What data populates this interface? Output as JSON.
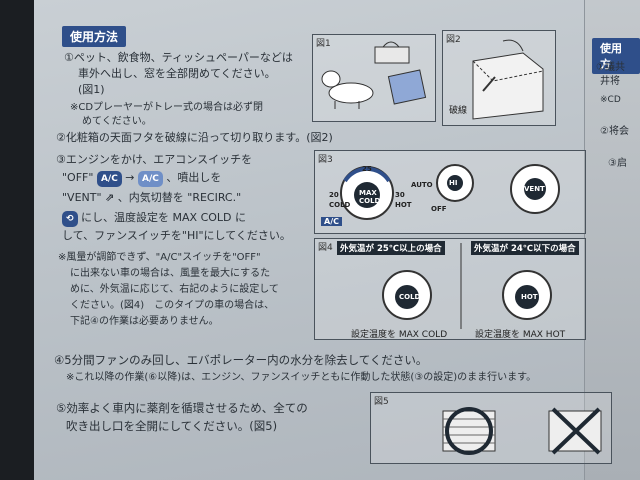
{
  "header": {
    "title": "使用方法",
    "right_title": "使用方"
  },
  "steps": {
    "s1a": "①ペット、飲食物、ティッシュペーパーなどは",
    "s1b": "車外へ出し、窓を全部閉めてください。",
    "s1c": "(図1)",
    "s1n1": "※CDプレーヤーがトレー式の場合は必ず閉",
    "s1n2": "めてください。",
    "s2": "②化粧箱の天面フタを破線に沿って切り取ります。(図2)",
    "s3a": "③エンジンをかけ、エアコンスイッチを",
    "s3b_pre": "\"OFF\"",
    "s3b_ac1": "A/C",
    "s3b_ac2": "A/C",
    "s3b_post": "、噴出しを",
    "s3c": "\"VENT\"",
    "s3c_post": "、内気切替を \"RECIRC.\"",
    "s3d": "にし、温度設定を MAX COLD に",
    "s3e": "して、ファンスイッチを\"HI\"にしてください。",
    "n1": "※風量が調節できず、\"A/C\"スイッチを\"OFF\"",
    "n2": "に出来ない車の場合は、風量を最大にするた",
    "n3": "めに、外気温に応じて、右記のように設定して",
    "n4": "ください。(図4)　このタイプの車の場合は、",
    "n5": "下記④の作業は必要ありません。",
    "s4": "④5分間ファンのみ回し、エバポレーター内の水分を除去してください。",
    "s4n": "※これ以降の作業(⑥以降)は、エンジン、ファンスイッチともに作動した状態(③の設定)のまま行います。",
    "s5a": "⑤効率よく車内に薬剤を循環させるため、全ての",
    "s5b": "吹き出し口を全開にしてください。(図5)"
  },
  "right_col": {
    "r1": "①議共",
    "r2": "井将",
    "r3": "※CD",
    "r4": "②将会",
    "r5": "③启"
  },
  "figures": {
    "fig1": "図1",
    "fig2": "図2",
    "fig2_tag": "破線",
    "fig3": "図3",
    "fig3_ac": "A/C",
    "fig3_auto": "AUTO",
    "fig3_off": "OFF",
    "fig3_vent": "VENT",
    "fig3_hi": "HI",
    "fig3_25": "25",
    "fig3_20": "20",
    "fig3_30": "30",
    "fig3_cold": "COLD",
    "fig3_hot": "HOT",
    "fig3_max": "MAX",
    "fig3_maxcold": "COLD",
    "fig4": "図4",
    "fig4_left_title": "外気温が 25℃以上の場合",
    "fig4_right_title": "外気温が 24℃以下の場合",
    "fig4_left_cap": "設定温度を MAX COLD",
    "fig4_right_cap": "設定温度を MAX HOT",
    "fig4_hot": "HOT",
    "fig5": "図5"
  }
}
